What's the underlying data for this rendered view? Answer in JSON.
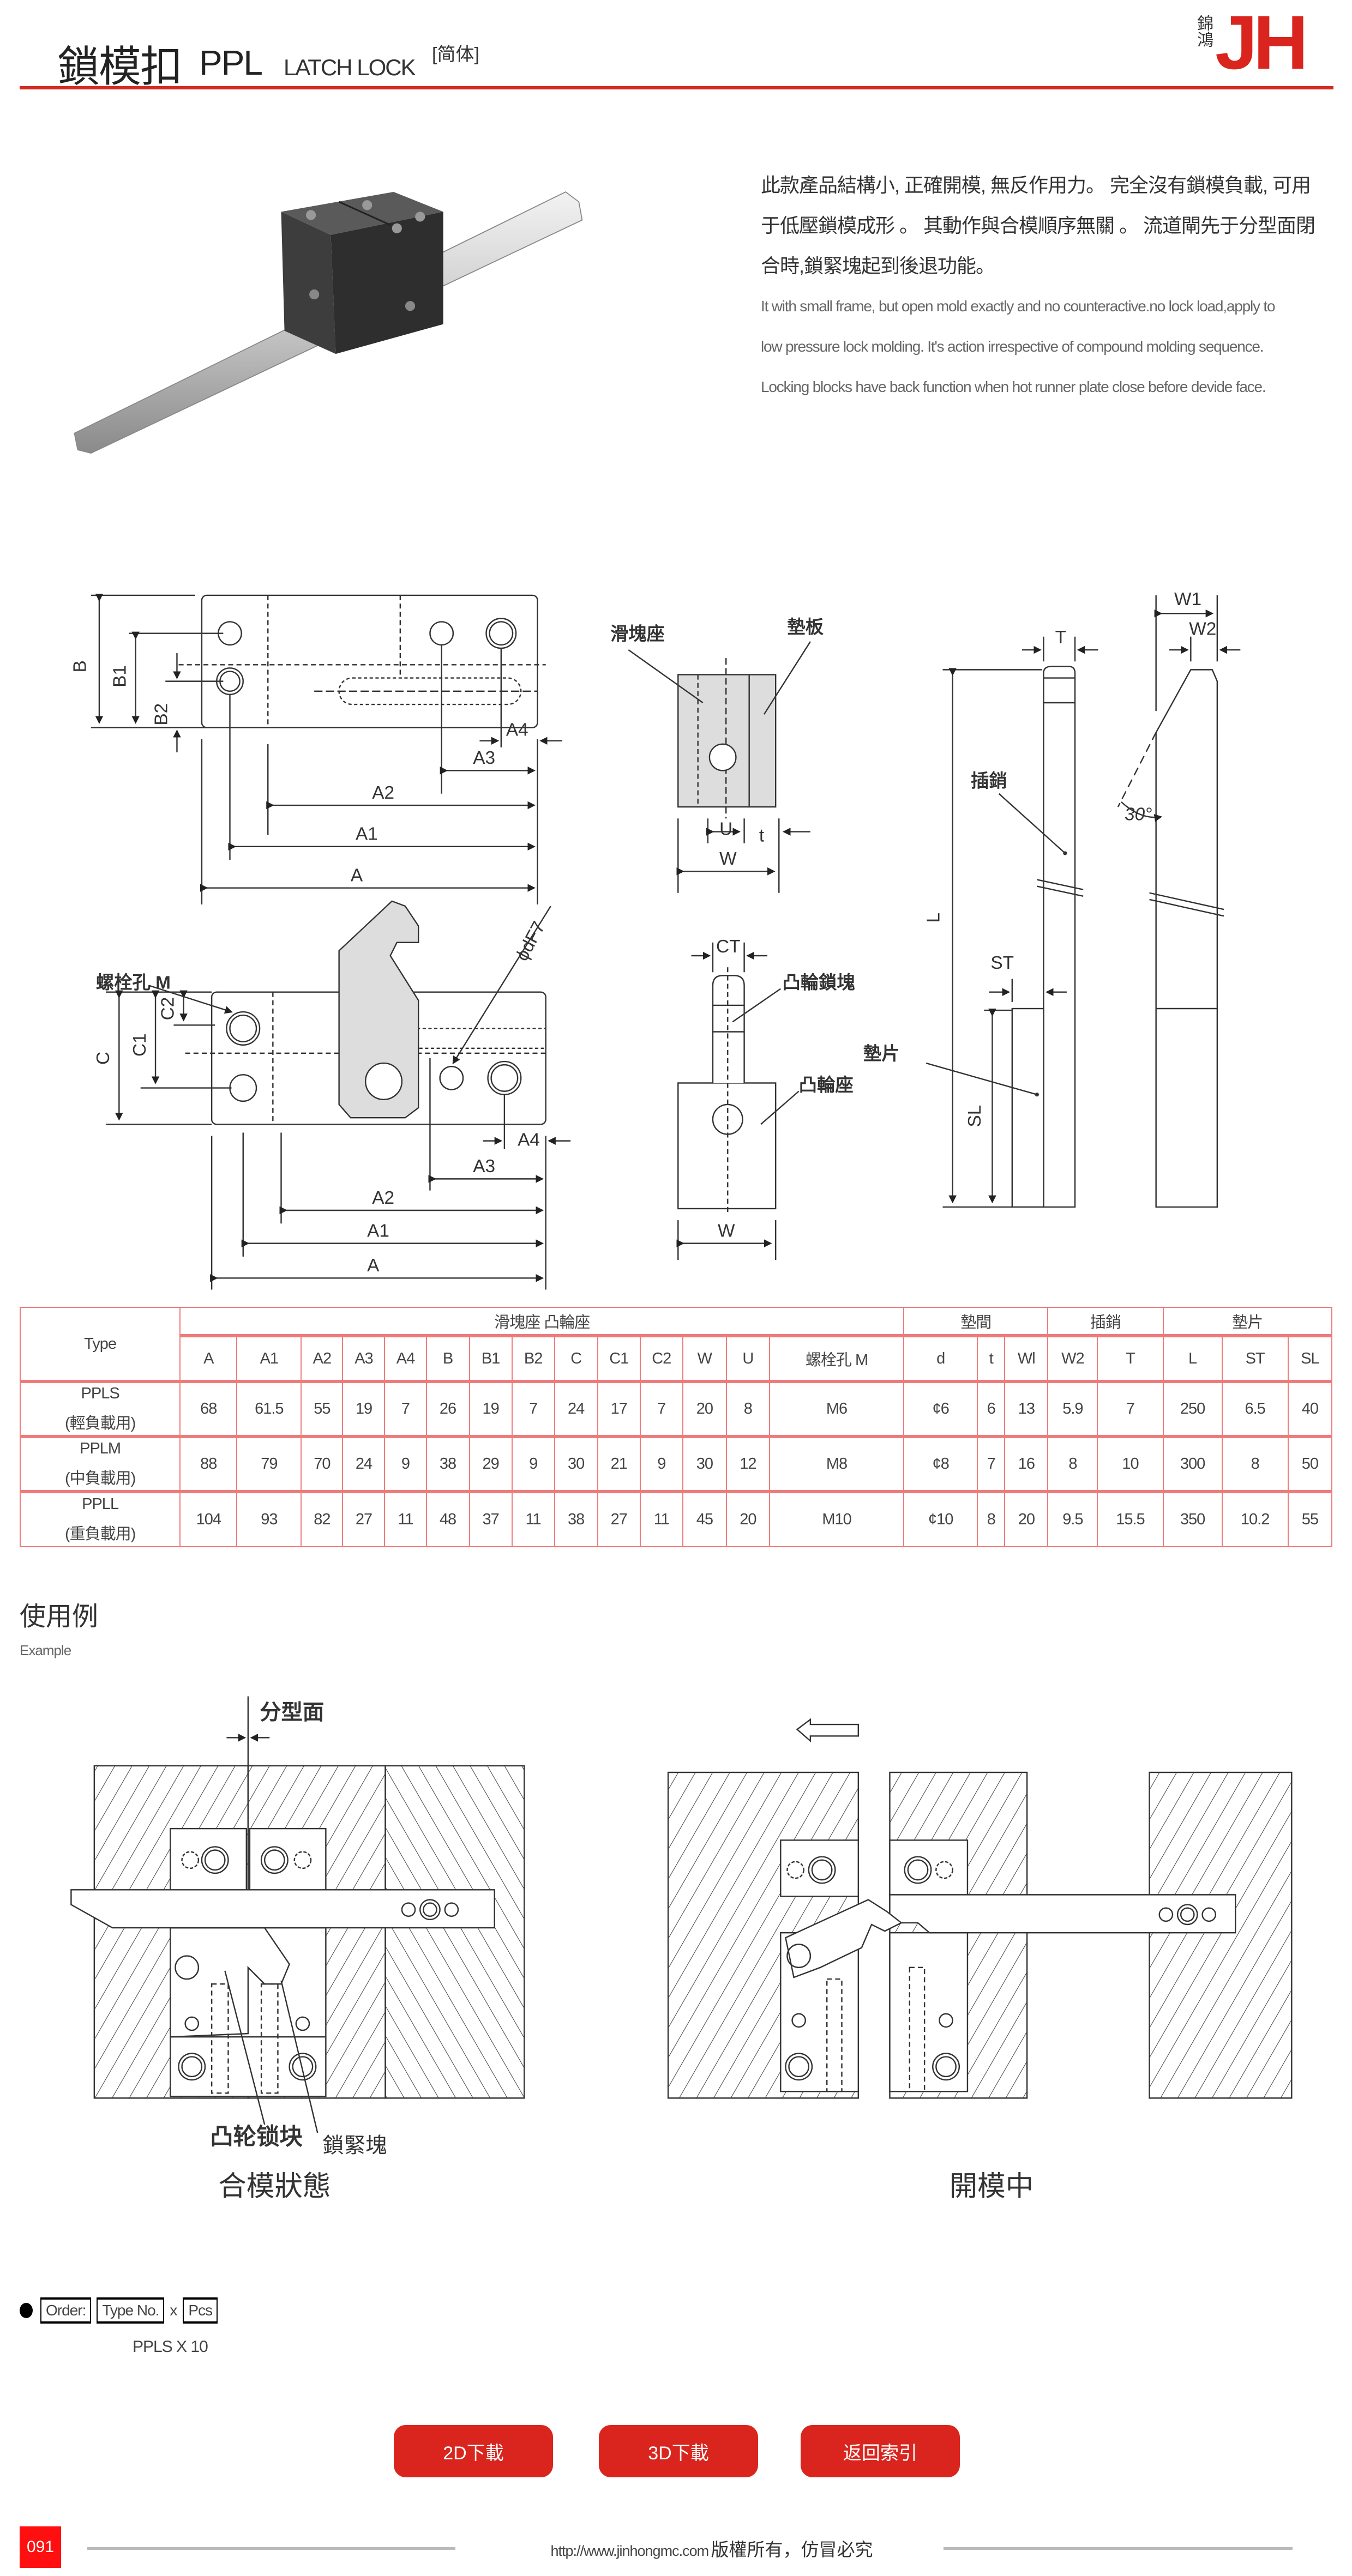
{
  "header": {
    "title_cn": "鎖模扣",
    "title_code": "PPL",
    "title_en": "LATCH LOCK",
    "lang_switch": "[简体]",
    "logo": {
      "cn": "錦鴻",
      "mark": "JH"
    },
    "accent_color": "#d9251d"
  },
  "description": {
    "cn": [
      "此款產品結構小, 正確開模, 無反作用力。 完全沒有鎖模負載, 可用",
      "于低壓鎖模成形 。 其動作與合模順序無關 。 流道閘先于分型面閉",
      "合時,鎖緊塊起到後退功能。"
    ],
    "en": [
      "It with small frame, but open mold exactly and no counteractive.no lock load,apply to",
      "low pressure lock molding. It's action irrespective of compound molding sequence.",
      "Locking blocks have back function when hot runner plate close before devide face."
    ]
  },
  "diagram": {
    "top": {
      "B": "B",
      "B1": "B1",
      "B2": "B2",
      "A4": "A4",
      "A3": "A3",
      "A2": "A2",
      "A1": "A1",
      "A": "A"
    },
    "bottom": {
      "hole": "螺栓孔 M",
      "C": "C",
      "C1": "C1",
      "C2": "C2",
      "dF7": "ϕdF7",
      "A4": "A4",
      "A3": "A3",
      "A2": "A2",
      "A1": "A1",
      "A": "A"
    },
    "slide": {
      "seat": "滑塊座",
      "plate": "墊板",
      "U": "U",
      "t": "t",
      "W": "W"
    },
    "cam": {
      "CT": "CT",
      "lock": "凸輪鎖塊",
      "seat": "凸輪座",
      "W": "W"
    },
    "pin": {
      "T": "T",
      "L": "L",
      "ST": "ST",
      "SL": "SL",
      "pin": "插銷",
      "shim": "墊片"
    },
    "pin_side": {
      "W1": "W1",
      "W2": "W2",
      "angle": "30°"
    }
  },
  "table": {
    "type_header": "Type",
    "groups": [
      {
        "label": "滑塊座 凸輪座",
        "span": 14
      },
      {
        "label": "墊間",
        "span": 3
      },
      {
        "label": "插銷",
        "span": 2
      },
      {
        "label": "墊片",
        "span": 3
      }
    ],
    "columns": [
      "A",
      "A1",
      "A2",
      "A3",
      "A4",
      "B",
      "B1",
      "B2",
      "C",
      "C1",
      "C2",
      "W",
      "U",
      "螺栓孔 M",
      "d",
      "t",
      "Wl",
      "W2",
      "T",
      "L",
      "ST",
      "SL"
    ],
    "rows": [
      {
        "type": "PPLS",
        "load": "(輕負載用)",
        "values": [
          "68",
          "61.5",
          "55",
          "19",
          "7",
          "26",
          "19",
          "7",
          "24",
          "17",
          "7",
          "20",
          "8",
          "M6",
          "¢6",
          "6",
          "13",
          "5.9",
          "7",
          "250",
          "6.5",
          "40"
        ]
      },
      {
        "type": "PPLM",
        "load": "(中負載用)",
        "values": [
          "88",
          "79",
          "70",
          "24",
          "9",
          "38",
          "29",
          "9",
          "30",
          "21",
          "9",
          "30",
          "12",
          "M8",
          "¢8",
          "7",
          "16",
          "8",
          "10",
          "300",
          "8",
          "50"
        ]
      },
      {
        "type": "PPLL",
        "load": "(重負載用)",
        "values": [
          "104",
          "93",
          "82",
          "27",
          "11",
          "48",
          "37",
          "11",
          "38",
          "27",
          "11",
          "45",
          "20",
          "M10",
          "¢10",
          "8",
          "20",
          "9.5",
          "15.5",
          "350",
          "10.2",
          "55"
        ]
      }
    ]
  },
  "usage": {
    "title": "使用例",
    "subtitle": "Example",
    "parting_face": "分型面",
    "cam_lock_block": "凸轮锁块",
    "lock_block": "鎖緊塊",
    "closed_state": "合模狀態",
    "opening_state": "開模中"
  },
  "order": {
    "label": "Order:",
    "type_no": "Type No.",
    "times": "x",
    "pcs": "Pcs",
    "example": "PPLS X 10"
  },
  "buttons": {
    "download_2d": "2D下載",
    "download_3d": "3D下載",
    "back_index": "返回索引"
  },
  "footer": {
    "page_number": "091",
    "url": "http://www.jinhongmc.com",
    "copyright": "版權所有，仿冒必究"
  }
}
